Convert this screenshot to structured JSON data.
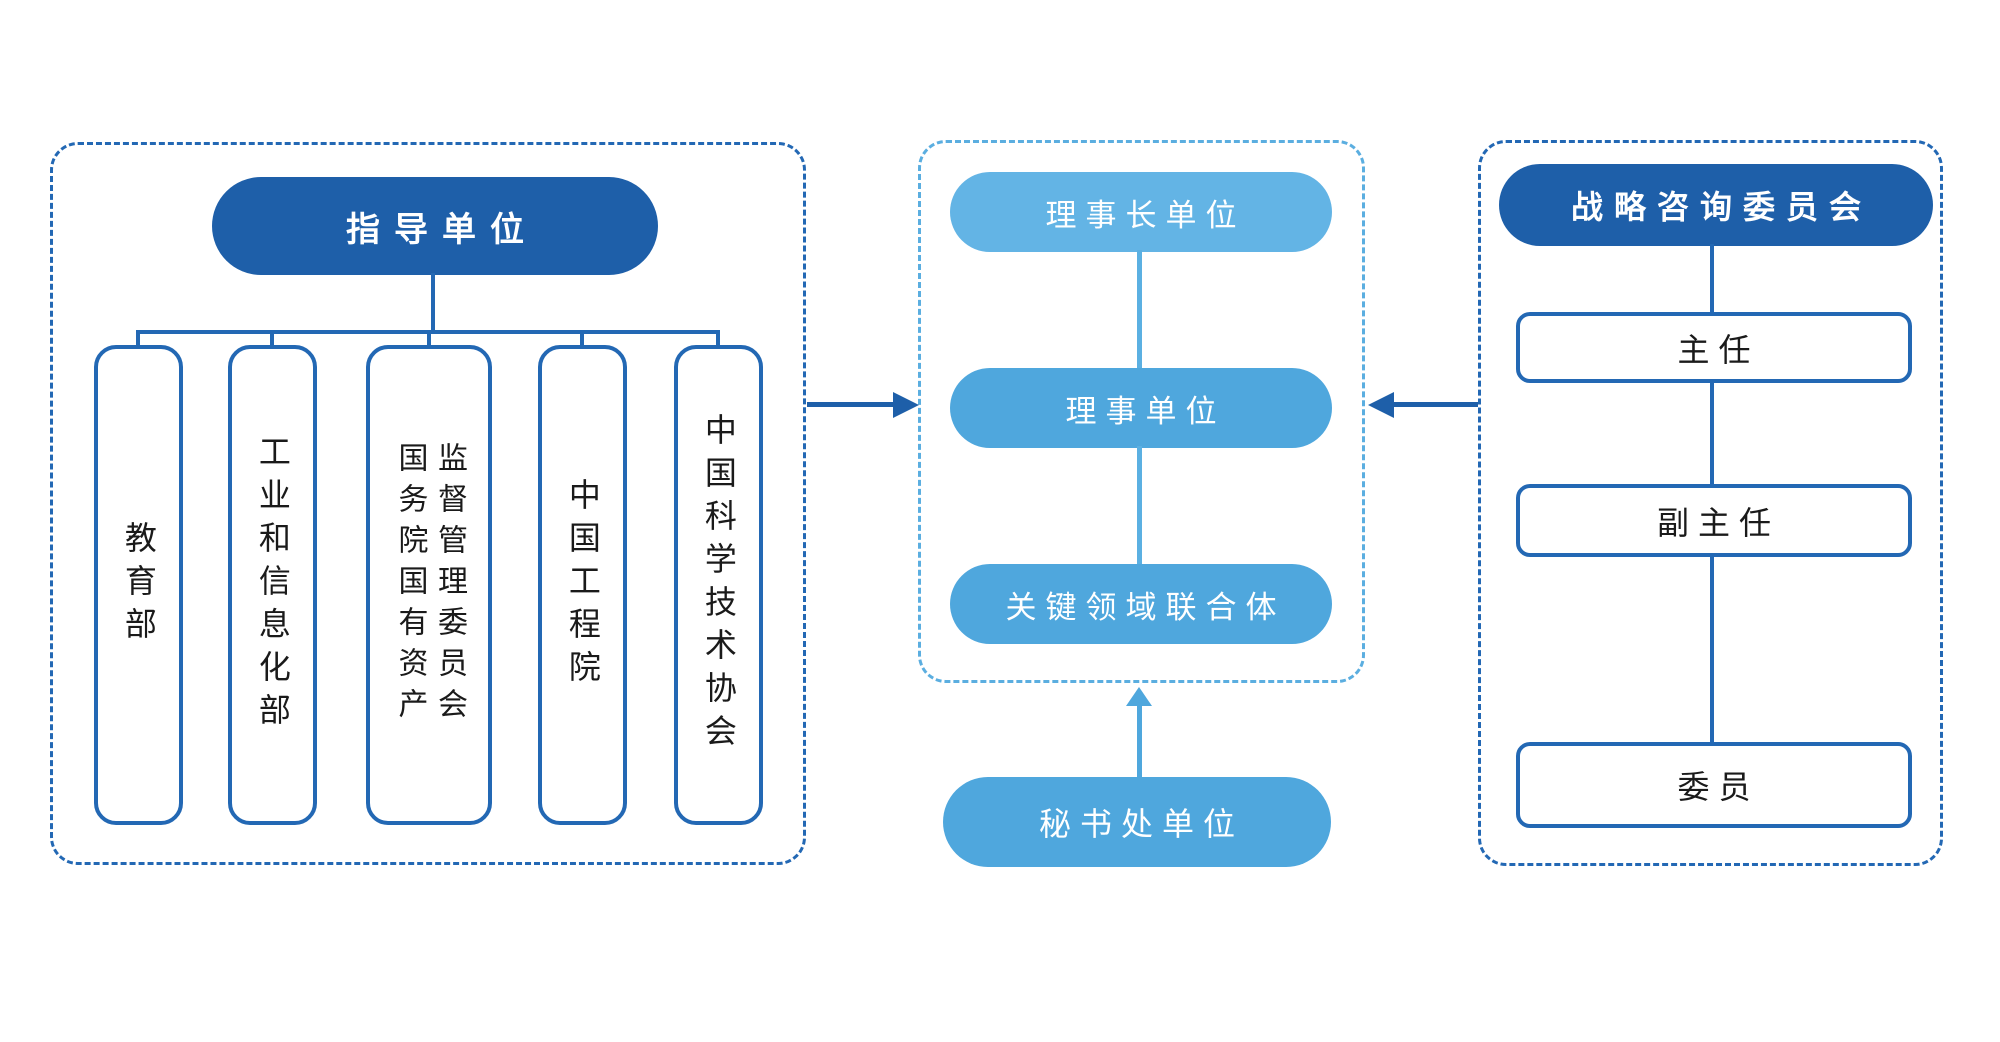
{
  "left_group": {
    "header": "指导单位",
    "units": [
      {
        "lines": [
          "教育部"
        ]
      },
      {
        "lines": [
          "工业和信息化部"
        ]
      },
      {
        "lines": [
          "国务院国有资产",
          "监督管理委员会"
        ]
      },
      {
        "lines": [
          "中国工程院"
        ]
      },
      {
        "lines": [
          "中国科学技术协会"
        ]
      }
    ]
  },
  "middle_group": {
    "chairman": "理事长单位",
    "council": "理事单位",
    "consortium": "关键领域联合体",
    "secretariat": "秘书处单位"
  },
  "right_group": {
    "header": "战略咨询委员会",
    "director": "主任",
    "deputy_director": "副主任",
    "member": "委员"
  },
  "colors": {
    "dark_blue": "#1E5FA9",
    "medium_blue": "#4FA7DD",
    "light_blue": "#63B4E5",
    "border_blue": "#2368B4",
    "dashed_mid_blue": "#5BAEE0",
    "connector_light": "#5BB0E2"
  }
}
